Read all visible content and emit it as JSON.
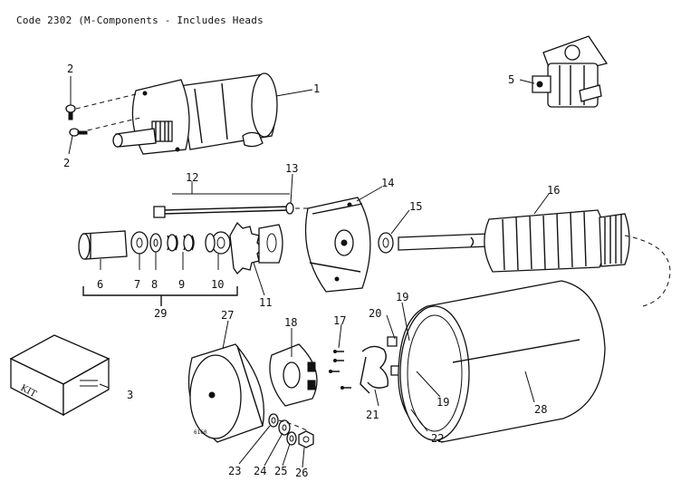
{
  "header": {
    "caption": "Code 2302 (M-Components - Includes Heads"
  },
  "callouts": {
    "c1": "1",
    "c2a": "2",
    "c2b": "2",
    "c3": "3",
    "c5": "5",
    "c6": "6",
    "c7": "7",
    "c8": "8",
    "c9": "9",
    "c10": "10",
    "c11": "11",
    "c12": "12",
    "c13": "13",
    "c14": "14",
    "c15": "15",
    "c16": "16",
    "c17": "17",
    "c18": "18",
    "c19a": "19",
    "c19b": "19",
    "c20": "20",
    "c21": "21",
    "c22": "22",
    "c23": "23",
    "c24": "24",
    "c25": "25",
    "c26": "26",
    "c27": "27",
    "c28": "28",
    "c29": "29"
  },
  "kit_box": {
    "label": "KIT"
  },
  "figure_code": "6160"
}
